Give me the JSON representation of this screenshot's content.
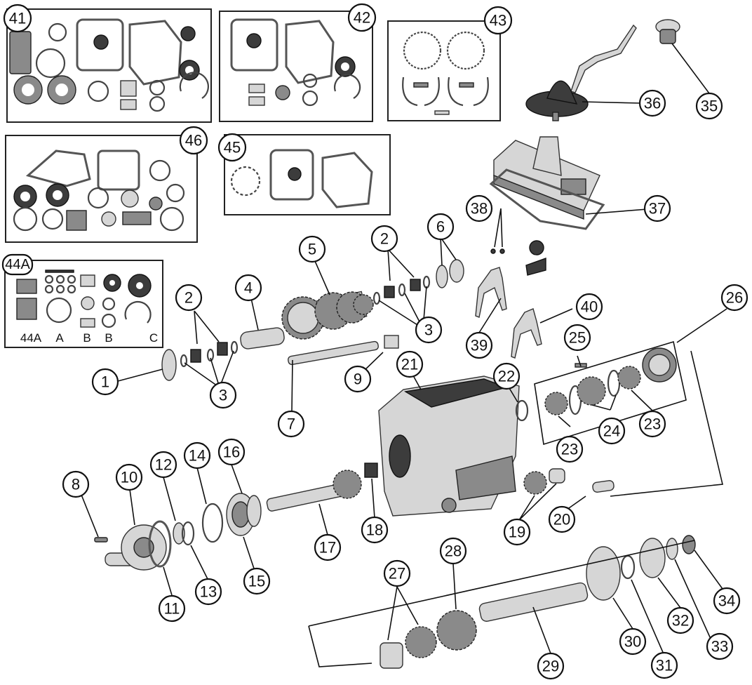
{
  "kits": {
    "k41": "41",
    "k42": "42",
    "k43": "43",
    "k46": "46",
    "k45": "45",
    "k44a": "44A",
    "k44a_labels": [
      "44A",
      "A",
      "B",
      "B",
      "C"
    ]
  },
  "callouts": {
    "c1": "1",
    "c2a": "2",
    "c2b": "2",
    "c3a": "3",
    "c3b": "3",
    "c4": "4",
    "c5": "5",
    "c6": "6",
    "c7": "7",
    "c8": "8",
    "c9": "9",
    "c10": "10",
    "c11": "11",
    "c12": "12",
    "c13": "13",
    "c14": "14",
    "c15": "15",
    "c16": "16",
    "c17": "17",
    "c18": "18",
    "c19": "19",
    "c20": "20",
    "c21": "21",
    "c22": "22",
    "c23a": "23",
    "c23b": "23",
    "c24": "24",
    "c25": "25",
    "c26": "26",
    "c27": "27",
    "c28": "28",
    "c29": "29",
    "c30": "30",
    "c31": "31",
    "c32": "32",
    "c33": "33",
    "c34": "34",
    "c35": "35",
    "c36": "36",
    "c37": "37",
    "c38": "38",
    "c39": "39",
    "c40": "40"
  },
  "colors": {
    "background": "#ffffff",
    "line": "#111111",
    "part_light": "#d6d6d6",
    "part_dark": "#3c3c3c"
  }
}
